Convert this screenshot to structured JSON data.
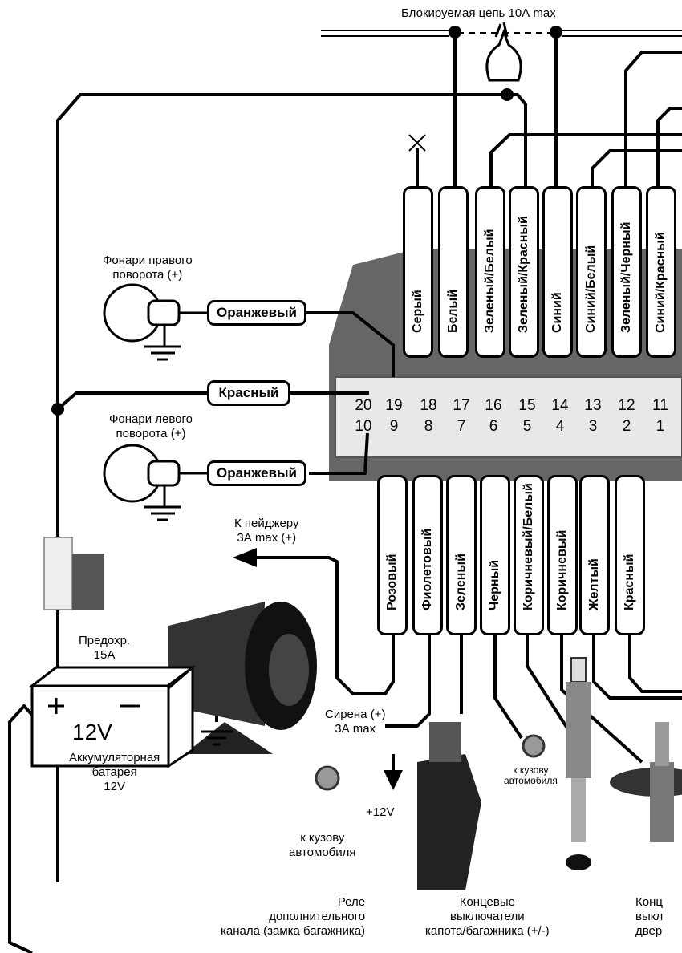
{
  "top_label": "Блокируемая цепь 10А max",
  "connector_top_pins": [
    "20",
    "19",
    "18",
    "17",
    "16",
    "15",
    "14",
    "13",
    "12",
    "11"
  ],
  "connector_bottom_pins": [
    "10",
    "9",
    "8",
    "7",
    "6",
    "5",
    "4",
    "3",
    "2",
    "1"
  ],
  "top_wires": [
    "Серый",
    "Белый",
    "Зеленый/Белый",
    "Зеленый/Красный",
    "Синий",
    "Синий/Белый",
    "Зеленый/Черный",
    "Синий/Красный"
  ],
  "bottom_wires": [
    "Розовый",
    "Фиолетовый",
    "Зеленый",
    "Черный",
    "Коричневый/Белый",
    "Коричневый",
    "Желтый",
    "Красный"
  ],
  "side_wires": {
    "right_turn": "Оранжевый",
    "power": "Красный",
    "left_turn": "Оранжевый"
  },
  "labels": {
    "right_turn": "Фонари правого\nповорота (+)",
    "left_turn": "Фонари левого\nповорота (+)",
    "pager": "К пейджеру\n3А max (+)",
    "fuse": "Предохр.\n15А",
    "siren": "Сирена (+)\n3А max",
    "battery": "Аккумуляторная\nбатарея\n12V",
    "battery_face": "12V",
    "body_ground_1": "к кузову\nавтомобиля",
    "body_ground_2": "к кузову\nавтомобиля",
    "plus12": "+12V",
    "relay": "Реле\nдополнительного\nканала (замка багажника)",
    "hood_switch": "Концевые\nвыключатели\nкапота/багажника (+/-)",
    "door_switch": "Конц\nвыкл\nдвер"
  }
}
